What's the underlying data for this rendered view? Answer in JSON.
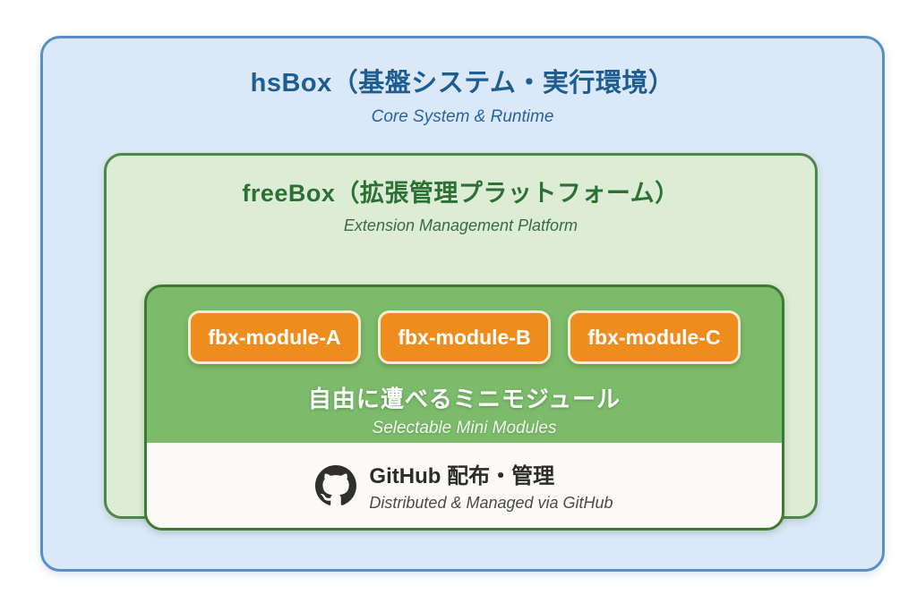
{
  "hsbox": {
    "title": "hsBox（基盤システム・実行環境）",
    "subtitle": "Core System & Runtime"
  },
  "freebox": {
    "title": "freeBox（拡張管理プラットフォーム）",
    "subtitle": "Extension Management Platform",
    "modules": [
      {
        "label": "fbx-module-A"
      },
      {
        "label": "fbx-module-B"
      },
      {
        "label": "fbx-module-C"
      }
    ],
    "modules_caption": "自由に遭べるミニモジュール",
    "modules_caption_en": "Selectable Mini Modules",
    "github": {
      "icon": "github-octocat",
      "title": "GitHub 配布・管理",
      "subtitle": "Distributed & Managed via GitHub"
    }
  },
  "colors": {
    "outer_fill": "#dbe8f7",
    "outer_border": "#5a8fc5",
    "outer_title_text": "#1e5d92",
    "middle_fill": "#ddecd4",
    "middle_border": "#4e8749",
    "middle_title_text": "#2c7036",
    "inner_fill": "#7cbb6b",
    "inner_border": "#3d7a34",
    "module_fill": "#ee8c1e",
    "module_border": "#f5ead2",
    "module_text": "#ffffff",
    "footer_bg": "#fbfaf7",
    "footer_title_text": "#2c2c2c",
    "footer_subtitle_text": "#4b4b4b"
  }
}
